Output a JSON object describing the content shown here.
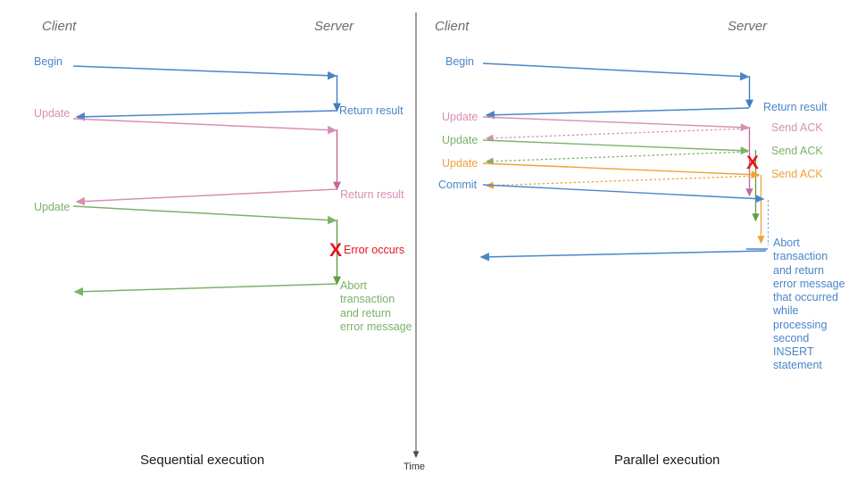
{
  "diagram": {
    "title_hidden": "",
    "colors": {
      "blue": "#4a86c8",
      "blue_dark": "#3f7ec2",
      "pink": "#d78fb4",
      "pink_dark": "#c2689b",
      "green": "#7cb26a",
      "green_dark": "#5ea03f",
      "orange": "#f0a13c",
      "red": "#e8131a",
      "actor_gray": "#6d6d6d",
      "axis_gray": "#4d4d4d"
    },
    "time_axis": {
      "label": "Time"
    },
    "left_panel": {
      "caption": "Sequential execution",
      "actors": {
        "client": "Client",
        "server": "Server"
      },
      "messages": [
        {
          "name": "begin",
          "label": "Begin",
          "color": "blue"
        },
        {
          "name": "return-result-1",
          "label": "Return result",
          "color": "blue"
        },
        {
          "name": "update-1",
          "label": "Update",
          "color": "pink"
        },
        {
          "name": "return-result-2",
          "label": "Return result",
          "color": "pink"
        },
        {
          "name": "update-2",
          "label": "Update",
          "color": "green"
        },
        {
          "name": "error",
          "label": "Error occurs",
          "color": "red"
        }
      ],
      "error_marker": "X",
      "abort_note": "Abort\ntransaction\nand return\nerror message"
    },
    "right_panel": {
      "caption": "Parallel execution",
      "actors": {
        "client": "Client",
        "server": "Server"
      },
      "messages": [
        {
          "name": "begin",
          "label": "Begin",
          "color": "blue"
        },
        {
          "name": "return-result",
          "label": "Return result",
          "color": "blue"
        },
        {
          "name": "update-1",
          "label": "Update",
          "color": "pink"
        },
        {
          "name": "send-ack-1",
          "label": "Send ACK",
          "color": "pink"
        },
        {
          "name": "update-2",
          "label": "Update",
          "color": "green"
        },
        {
          "name": "send-ack-2",
          "label": "Send ACK",
          "color": "green"
        },
        {
          "name": "update-3",
          "label": "Update",
          "color": "orange"
        },
        {
          "name": "send-ack-3",
          "label": "Send ACK",
          "color": "orange"
        },
        {
          "name": "commit",
          "label": "Commit",
          "color": "blue"
        }
      ],
      "error_marker": "X",
      "abort_note": "Abort\ntransaction\nand return\nerror message\nthat occurred\nwhile\nprocessing\nsecond\nINSERT\nstatement"
    }
  }
}
